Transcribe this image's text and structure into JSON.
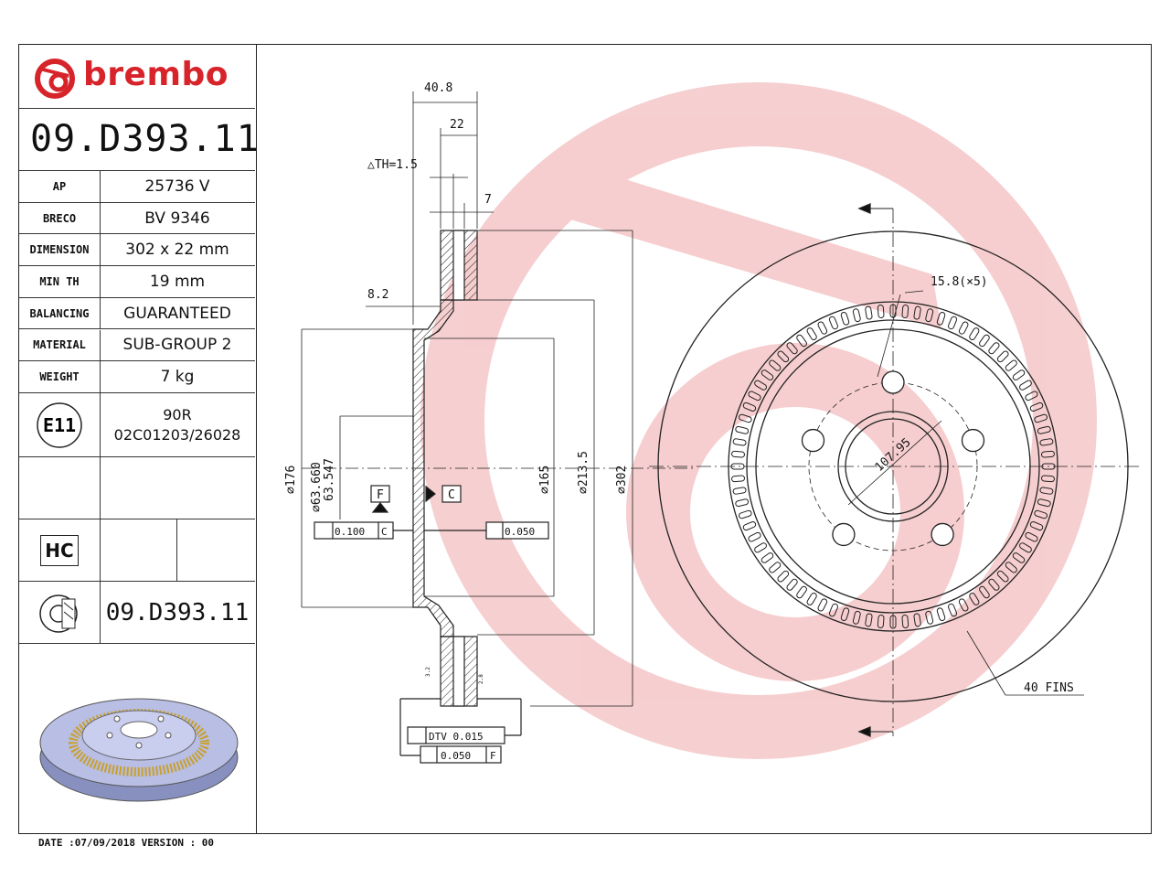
{
  "brand": {
    "name": "brembo",
    "color": "#d7232a"
  },
  "part_number": "09.D393.11",
  "specs": [
    {
      "label": "AP",
      "value": "25736 V"
    },
    {
      "label": "BRECO",
      "value": "BV 9346"
    },
    {
      "label": "DIMENSION",
      "value": "302 x 22 mm"
    },
    {
      "label": "MIN TH",
      "value": "19 mm"
    },
    {
      "label": "BALANCING",
      "value": "GUARANTEED"
    },
    {
      "label": "MATERIAL",
      "value": "SUB-GROUP 2"
    },
    {
      "label": "WEIGHT",
      "value": "7 kg"
    }
  ],
  "approval": {
    "mark": "E11",
    "line1": "90R",
    "line2": "02C01203/26028"
  },
  "hc_label": "HC",
  "part_number_bottom": "09.D393.11",
  "footer": "DATE :07/09/2018 VERSION : 00",
  "dimensions": {
    "overall_width": "40.8",
    "thickness": "22",
    "th_tolerance": "△TH=1.5",
    "flange": "7",
    "hat_offset": "8.2",
    "d176": "⌀176",
    "d63660": "⌀63.660",
    "d63547": "63.547",
    "d165": "⌀165",
    "d2135": "⌀213.5",
    "d302": "⌀302",
    "bolt_holes": "15.8(×5)",
    "pcd": "107.95",
    "fins": "40 FINS",
    "datum_f": "F",
    "datum_c": "C",
    "tol_parallel": "0.100",
    "tol_parallel_ref": "C",
    "tol_flat": "0.050",
    "dtv_label": "DTV 0.015",
    "runout": "0.050",
    "runout_ref": "F",
    "small_a": "3.2",
    "small_b": "2.8"
  }
}
